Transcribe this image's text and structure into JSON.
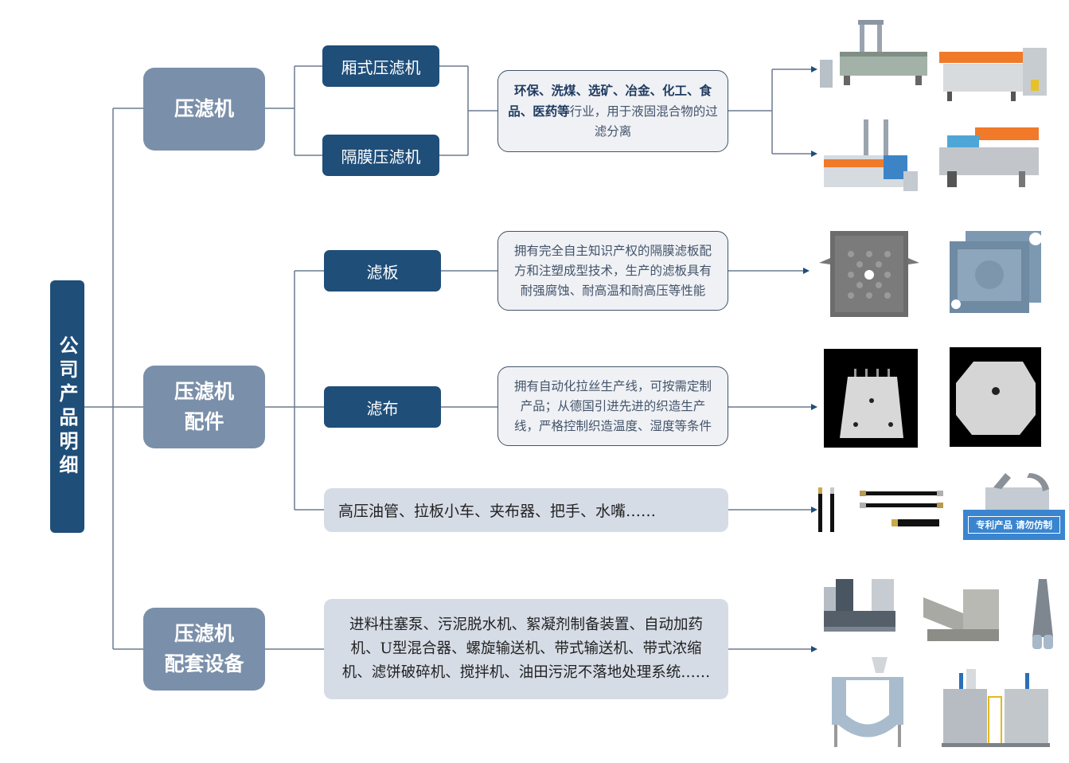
{
  "root": {
    "label": "公司产品明细"
  },
  "categories": [
    {
      "id": "filter-press",
      "label_lines": [
        "压滤机"
      ],
      "types": [
        "厢式压滤机",
        "隔膜压滤机"
      ],
      "description": {
        "bold_part": "环保、洗煤、选矿、冶金、化工、食品、医药等",
        "rest_part": "行业，用于液固混合物的过滤分离"
      },
      "images": [
        "chamber-filter-press-photo",
        "chamber-filter-press-orange-photo",
        "membrane-filter-press-photo",
        "membrane-filter-press-orange-photo"
      ]
    },
    {
      "id": "accessories",
      "label_lines": [
        "压滤机",
        "配件"
      ],
      "items": [
        {
          "label": "滤板",
          "description": "拥有完全自主知识产权的隔膜滤板配方和注塑成型技术，生产的滤板具有耐强腐蚀、耐高温和耐高压等性能",
          "images": [
            "filter-plate-gray-photo",
            "filter-plate-blue-photo"
          ]
        },
        {
          "label": "滤布",
          "description": "拥有自动化拉丝生产线，可按需定制产品；从德国引进先进的织造生产线，严格控制织造温度、湿度等条件",
          "images": [
            "filter-cloth-square-photo",
            "filter-cloth-octagon-photo"
          ]
        },
        {
          "label": "高压油管、拉板小车、夹布器、把手、水嘴……",
          "images": [
            "hydraulic-hose-photo",
            "cloth-clamp-photo"
          ],
          "clamp_sign": "专利产品 请勿仿制"
        }
      ]
    },
    {
      "id": "auxiliary",
      "label_lines": [
        "压滤机",
        "配套设备"
      ],
      "description": "进料柱塞泵、污泥脱水机、絮凝剂制备装置、自动加药机、U型混合器、螺旋输送机、带式输送机、带式浓缩机、滤饼破碎机、搅拌机、油田污泥不落地处理系统……",
      "images": [
        "plunger-pump-photo",
        "sludge-dewatering-photo",
        "screw-conveyor-photo",
        "u-mixer-photo",
        "dosing-system-photo"
      ]
    }
  ],
  "colors": {
    "dark_blue": "#1f4e79",
    "slate": "#7a8fa9",
    "line": "#44546a",
    "light_box": "#d6dce6"
  }
}
